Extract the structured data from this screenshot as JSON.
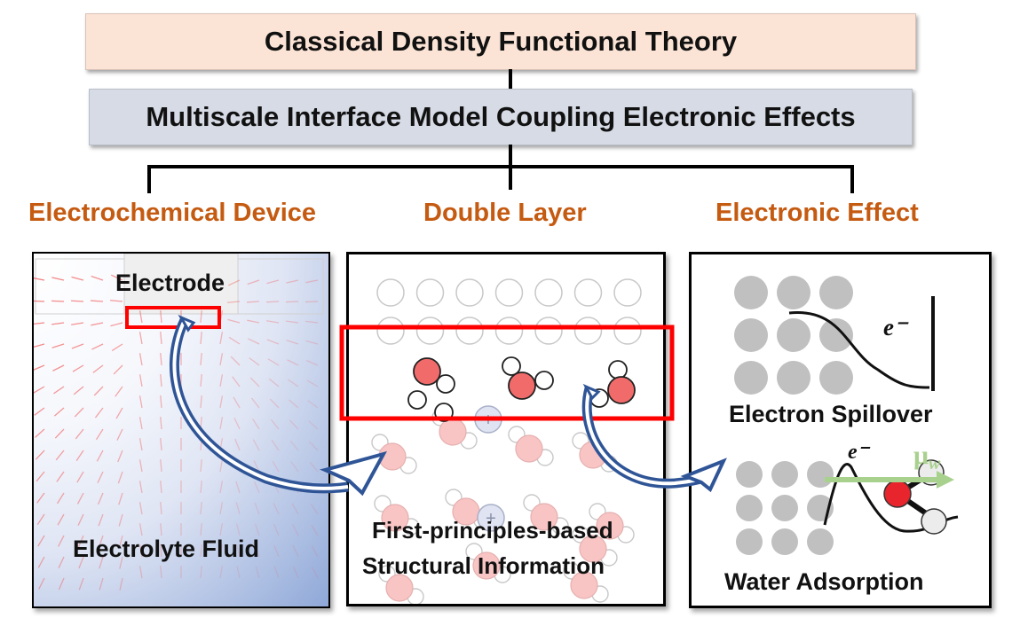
{
  "hierarchy": {
    "top_title": "Classical Density Functional Theory",
    "second_title": "Multiscale Interface Model Coupling Electronic Effects"
  },
  "sections": [
    {
      "heading": "Electrochemical Device",
      "labels": {
        "top": "Electrode",
        "bottom": "Electrolyte Fluid"
      }
    },
    {
      "heading": "Double Layer",
      "labels": {
        "line1": "First-principles-based",
        "line2": "Structural Information"
      },
      "ion_symbol": "+"
    },
    {
      "heading": "Electronic Effect",
      "labels": {
        "upper": "Electron Spillover",
        "lower": "Water Adsorption"
      },
      "electron_symbol": "e⁻",
      "chemical_potential_symbol": "μ",
      "chemical_potential_subscript": "w"
    }
  ],
  "colors": {
    "heading": "#c55a11",
    "highlight_box": "#ff0000",
    "arrow": "#2f5597",
    "oxygen": "#f26b6b",
    "oxygen_faded": "#f8c4c4",
    "metal_atom": "#c0c0c0",
    "chemical_potential": "#a9d18e",
    "title_1_bg": "#fbe4d6",
    "title_2_bg": "#d6dbe5"
  }
}
